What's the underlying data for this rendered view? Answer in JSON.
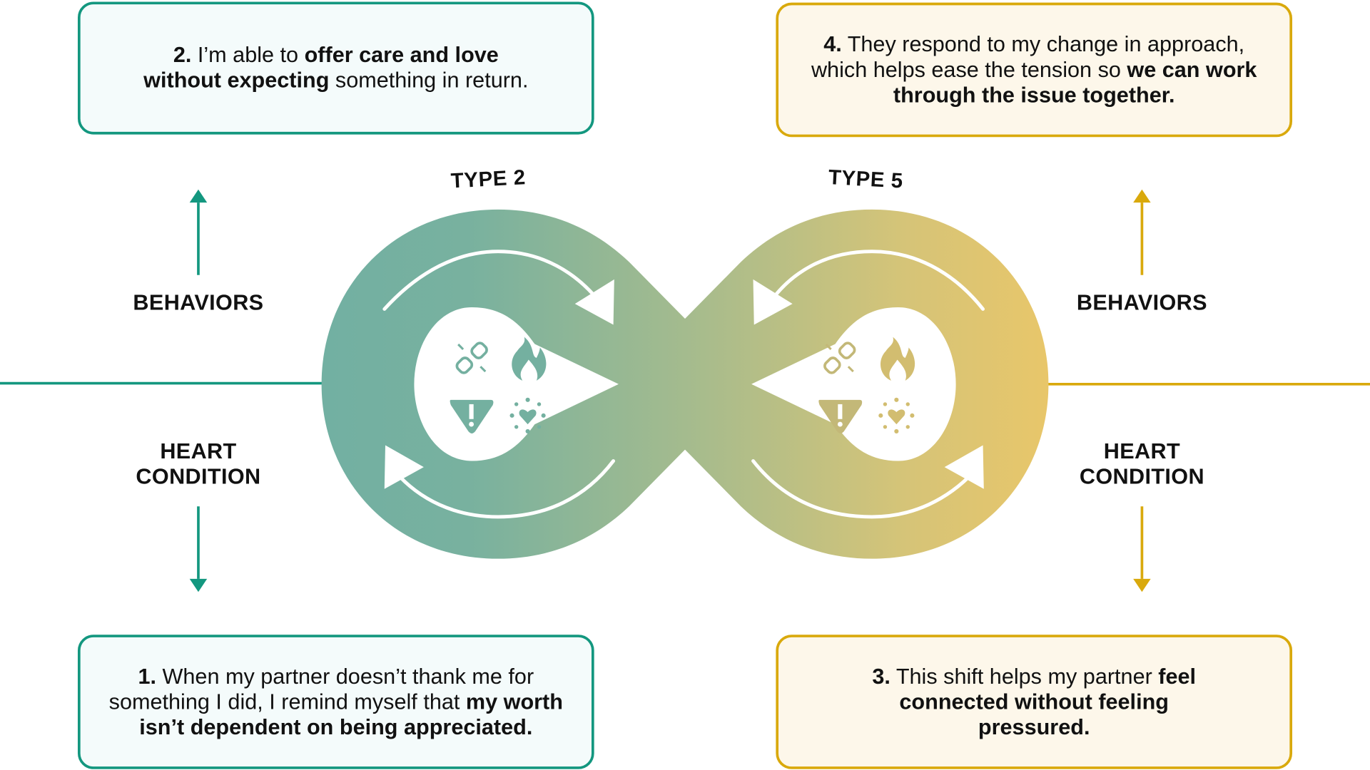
{
  "colors": {
    "teal": "#13977f",
    "gold": "#d9a90c",
    "loop_left": "#72b0a2",
    "loop_mid": "#a4bb8e",
    "loop_right": "#e8c66a"
  },
  "types": {
    "left": "TYPE 2",
    "right": "TYPE 5"
  },
  "side_labels": {
    "left_behaviors": "BEHAVIORS",
    "left_heart": [
      "HEART",
      "CONDITION"
    ],
    "right_behaviors": "BEHAVIORS",
    "right_heart": [
      "HEART",
      "CONDITION"
    ]
  },
  "icons": [
    "broken-link-icon",
    "flame-icon",
    "warning-icon",
    "heart-burst-icon"
  ],
  "boxes": {
    "step1": {
      "num": "1.",
      "plain1": " When my partner doesn’t thank me for something I did, I remind myself that ",
      "bold1": "my worth isn’t dependent on being appreciated."
    },
    "step2": {
      "num": "2.",
      "plain1": " I’m able to ",
      "bold1": "offer care and love without expecting",
      "plain2": " something in return."
    },
    "step3": {
      "num": "3.",
      "plain1": " This shift helps my partner ",
      "bold1": "feel connected without feeling pressured."
    },
    "step4": {
      "num": "4.",
      "plain1": " They respond to my change in approach, which helps ease the tension so ",
      "bold1": "we can work through the issue together."
    }
  }
}
